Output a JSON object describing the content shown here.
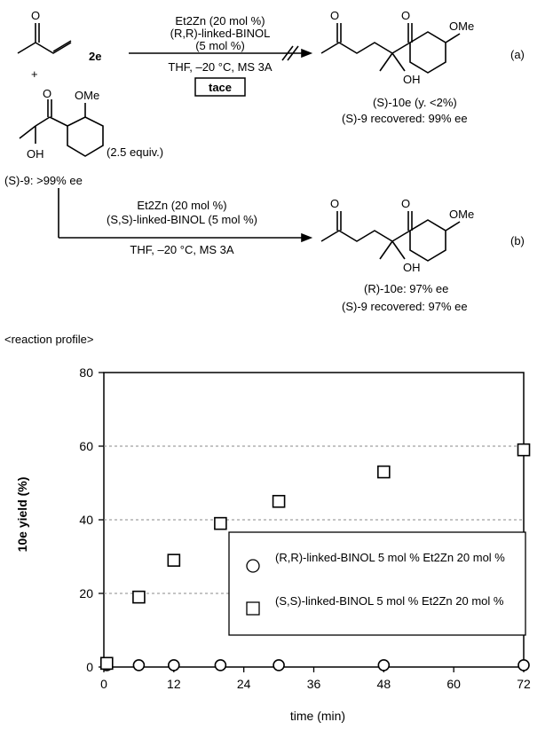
{
  "scheme": {
    "reactant_ketone_label": "2e",
    "plus": "+",
    "ome_label": "OMe",
    "ketone_o": "O",
    "oh_label": "OH",
    "reactant_equiv": "(2.5 equiv.)",
    "reactant_ee": "(S)-9: >99% ee",
    "reaction_a": {
      "line1": "Et2Zn (20 mol %)",
      "line2": "(R,R)-linked-BINOL",
      "line3": "(5 mol %)",
      "line4": "THF, –20 °C, MS 3A",
      "box_label": "tace",
      "product": "(S)-10e (y. <2%)",
      "recovered": "(S)-9 recovered: 99% ee",
      "tag": "(a)"
    },
    "reaction_b": {
      "line1": "Et2Zn (20 mol %)",
      "line2": "(S,S)-linked-BINOL (5 mol %)",
      "line3": "THF, –20 °C, MS 3A",
      "product": "(R)-10e: 97% ee",
      "recovered": "(S)-9 recovered: 97% ee",
      "tag": "(b)"
    },
    "profile_label": "<reaction profile>"
  },
  "chart_data": {
    "type": "scatter",
    "xlabel": "time (min)",
    "ylabel": "10e yield (%)",
    "xlim": [
      0,
      72
    ],
    "ylim": [
      0,
      80
    ],
    "xticks": [
      0,
      12,
      24,
      36,
      48,
      60,
      72
    ],
    "yticks": [
      0,
      20,
      40,
      60,
      80
    ],
    "grid": "horizontal dashed",
    "legend_position": "center-right",
    "series": [
      {
        "name": "(R,R)-linked-BINOL 5 mol % Et2Zn 20 mol %",
        "marker": "circle",
        "x": [
          0.5,
          6,
          12,
          20,
          30,
          48,
          72
        ],
        "y": [
          0.5,
          0.5,
          0.5,
          0.5,
          0.5,
          0.5,
          0.5
        ]
      },
      {
        "name": "(S,S)-linked-BINOL 5 mol % Et2Zn 20 mol %",
        "marker": "square",
        "x": [
          0.5,
          6,
          12,
          20,
          30,
          48,
          72
        ],
        "y": [
          1,
          19,
          29,
          39,
          45,
          53,
          59
        ]
      }
    ]
  }
}
